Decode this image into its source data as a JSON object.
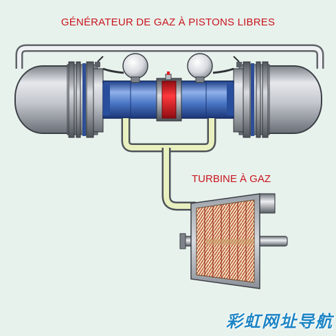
{
  "diagram": {
    "title": "GÉNÉRATEUR DE GAZ À PISTONS LIBRES",
    "turbine_label": "TURBINE À GAZ",
    "watermark": "彩虹网址导航"
  },
  "colors": {
    "background": "#e8f2ec",
    "label_red": "#c8141e",
    "cylinder_blue": "#3c6ab5",
    "shell_grey": "#b9bdc4",
    "pipe_fill": "#e8f0c0",
    "piston_red": "#e11e24",
    "watermark_blue": "#1d85c4"
  }
}
